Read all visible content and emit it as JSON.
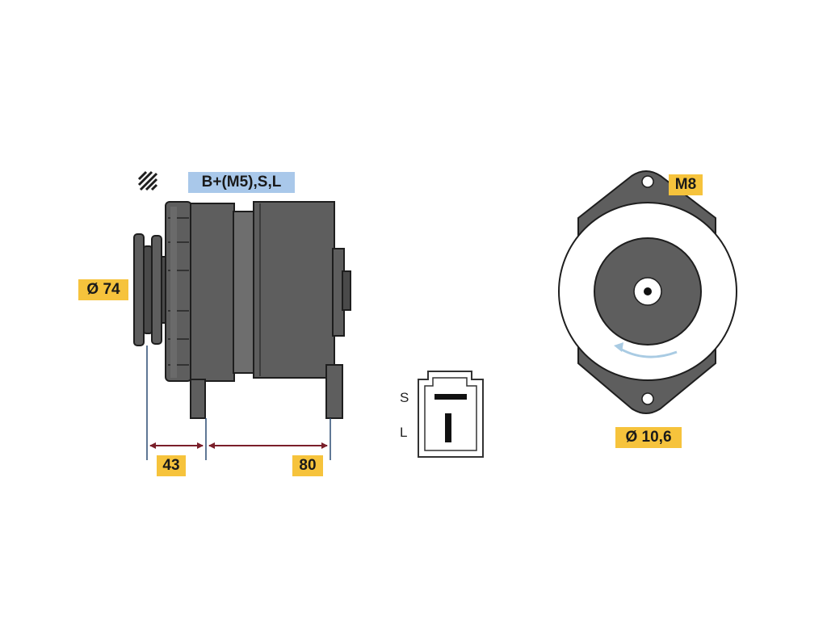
{
  "labels": {
    "connection": "B+(M5),S,L",
    "pulley_diameter": "Ø 74",
    "dim_left": "43",
    "dim_right": "80",
    "mount_bolt": "M8",
    "hole_diameter": "Ø 10,6",
    "pin_s": "S",
    "pin_l": "L"
  },
  "colors": {
    "body": "#5e5e5e",
    "body_dark": "#4a4a4a",
    "outline": "#1e1e1e",
    "label_yellow": "#f6c33c",
    "label_blue": "#a9c8ea",
    "dimension_line": "#7a1f2a",
    "rotation_arrow": "#a9cbe3"
  },
  "icons": {
    "rotation": "rotation-arrow-icon",
    "hazard": "hatch-icon"
  }
}
